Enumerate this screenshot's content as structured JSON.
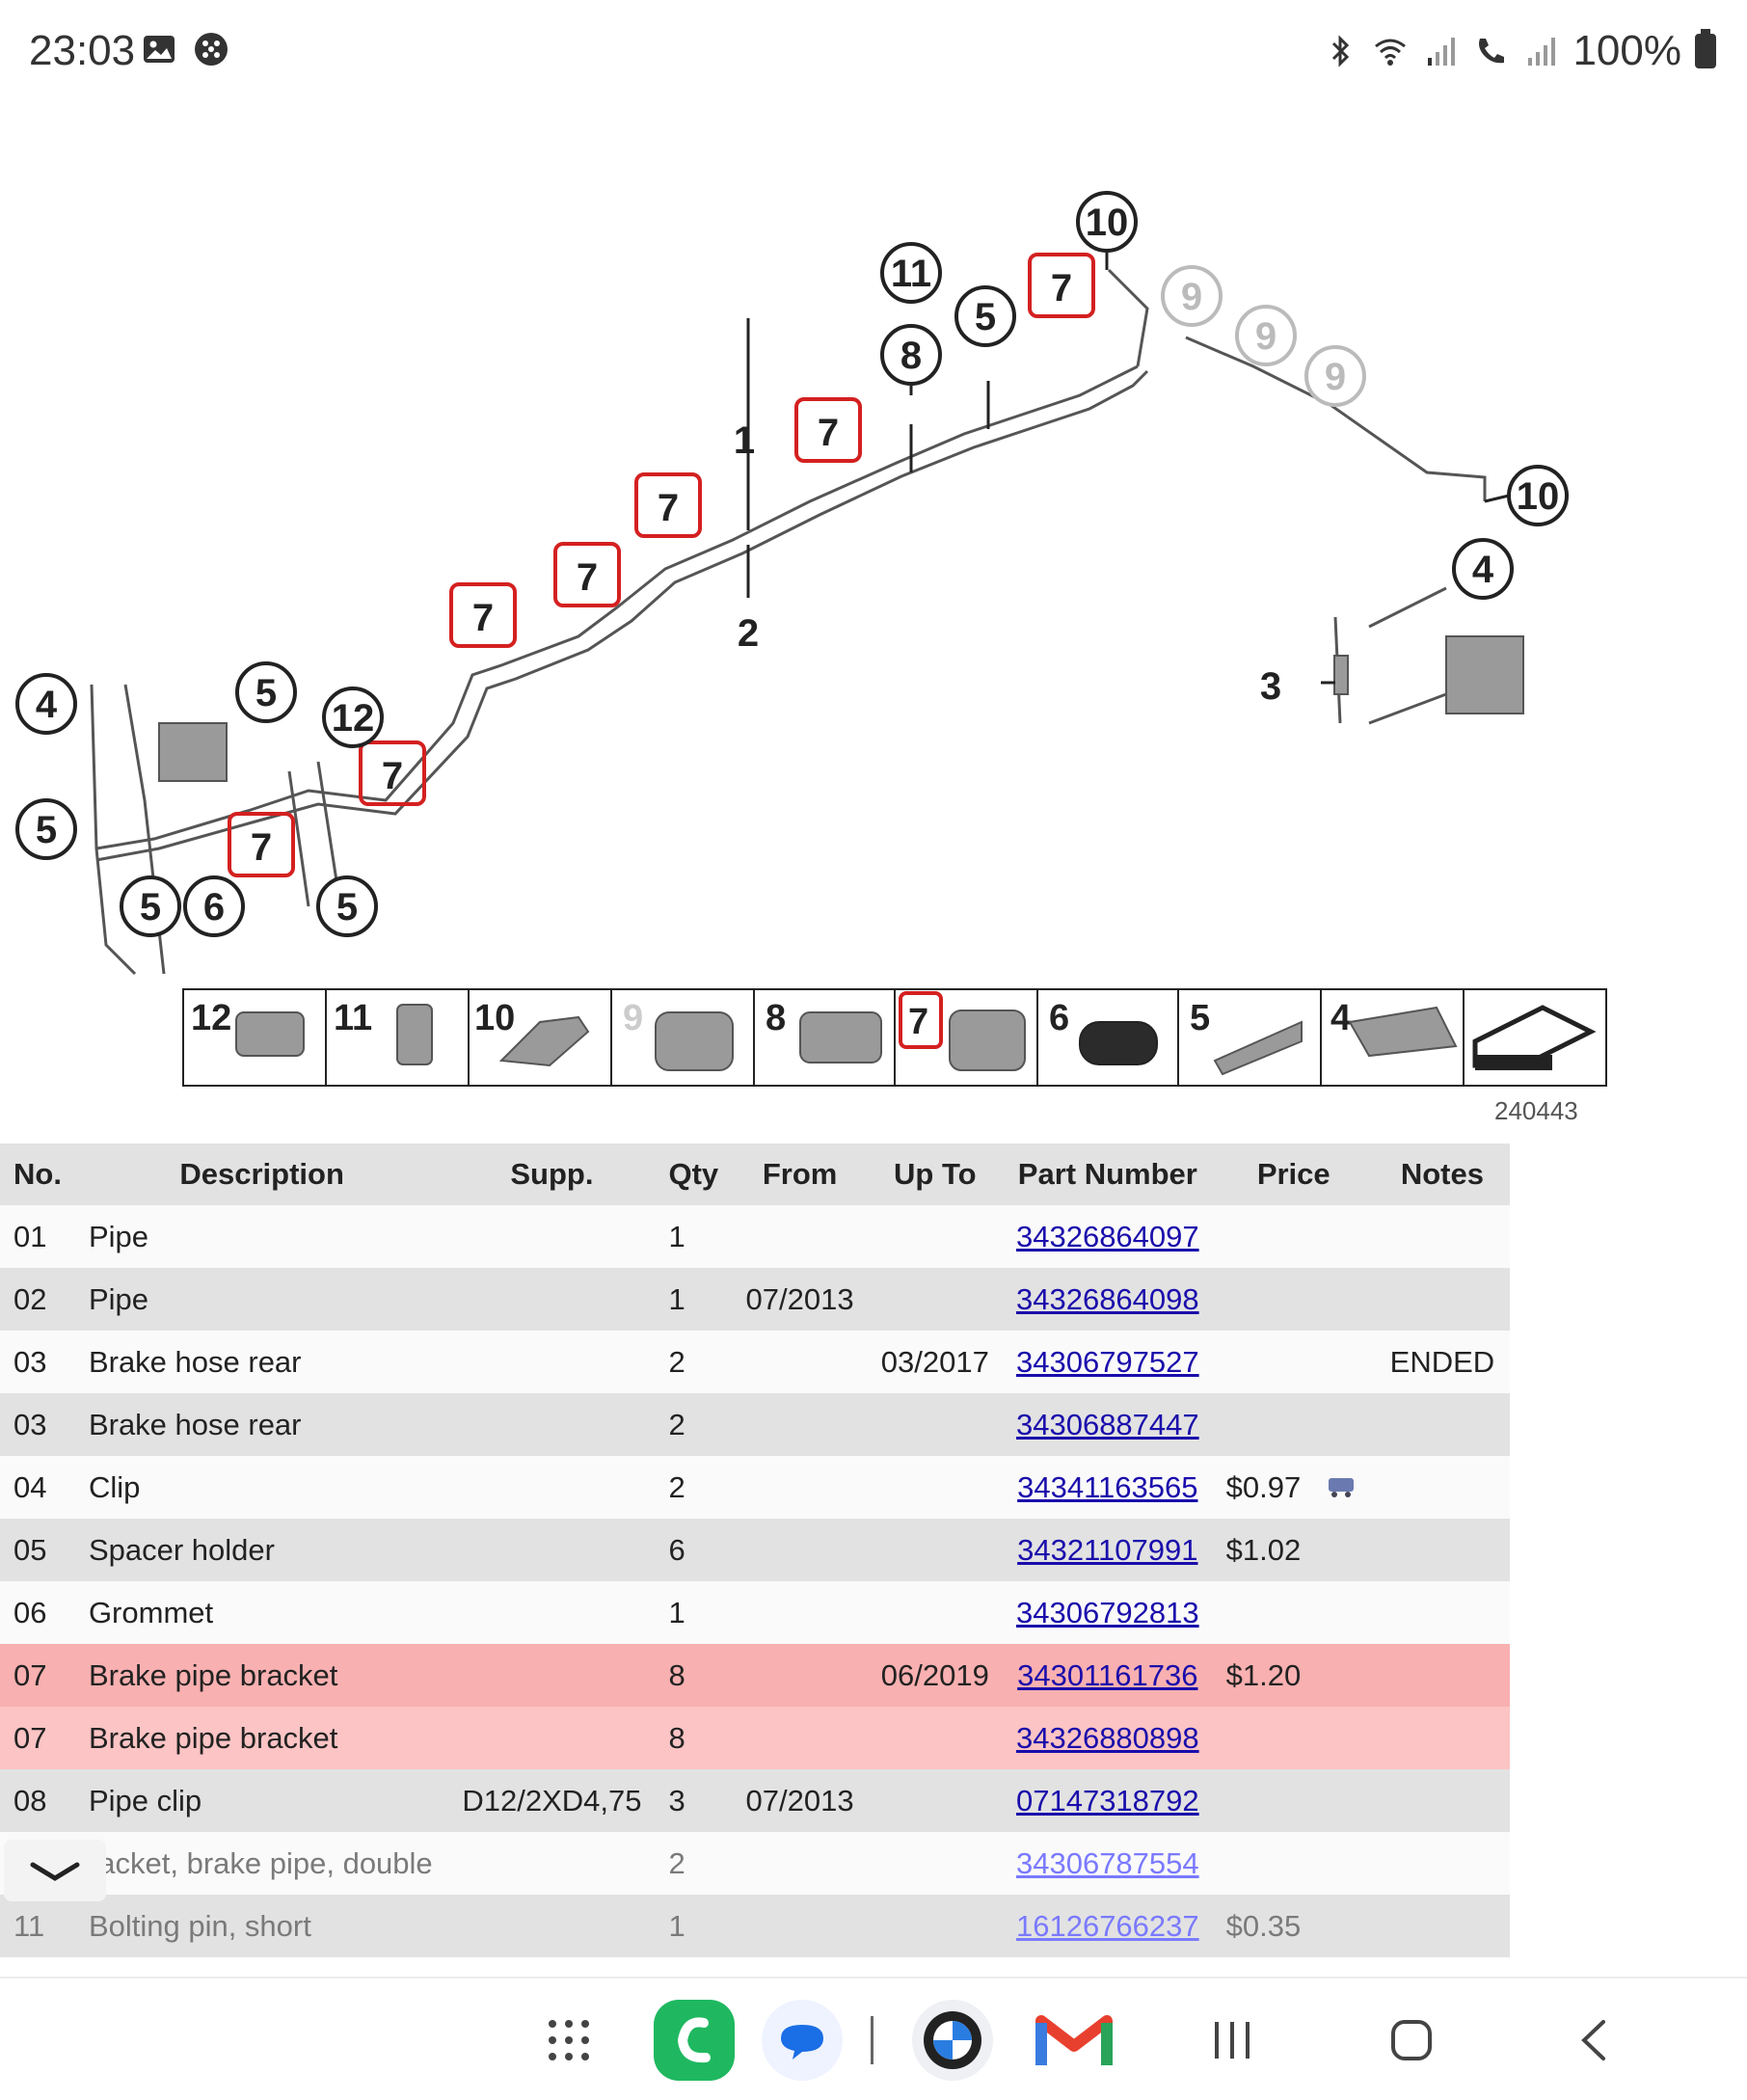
{
  "status_bar": {
    "time": "23:03",
    "left_icons": [
      "image-icon",
      "dots-app-icon"
    ],
    "right_icons": [
      "bluetooth-icon",
      "wifi-icon",
      "signal-icon",
      "call-icon",
      "signal-icon"
    ],
    "battery_text": "100%"
  },
  "diagram": {
    "id_label": "240443",
    "callouts": {
      "n1": "1",
      "n2": "2",
      "n3": "3",
      "n4": "4",
      "n5": "5",
      "n6": "6",
      "n7": "7",
      "n8": "8",
      "n9": "9",
      "n10": "10",
      "n11": "11",
      "n12": "12"
    },
    "thumbnails": [
      "12",
      "11",
      "10",
      "9",
      "8",
      "7",
      "6",
      "5",
      "4",
      ""
    ],
    "highlight_color": "#d42020"
  },
  "table": {
    "headers": {
      "no": "No.",
      "description": "Description",
      "supp": "Supp.",
      "qty": "Qty",
      "from": "From",
      "up_to": "Up To",
      "part_number": "Part Number",
      "price": "Price",
      "notes": "Notes"
    },
    "rows": [
      {
        "no": "01",
        "description": "Pipe",
        "supp": "",
        "qty": "1",
        "from": "",
        "up_to": "",
        "part_number": "34326864097",
        "price": "",
        "notes": ""
      },
      {
        "no": "02",
        "description": "Pipe",
        "supp": "",
        "qty": "1",
        "from": "07/2013",
        "up_to": "",
        "part_number": "34326864098",
        "price": "",
        "notes": ""
      },
      {
        "no": "03",
        "description": "Brake hose rear",
        "supp": "",
        "qty": "2",
        "from": "",
        "up_to": "03/2017",
        "part_number": "34306797527",
        "price": "",
        "notes": "ENDED"
      },
      {
        "no": "03",
        "description": "Brake hose rear",
        "supp": "",
        "qty": "2",
        "from": "",
        "up_to": "",
        "part_number": "34306887447",
        "price": "",
        "notes": ""
      },
      {
        "no": "04",
        "description": "Clip",
        "supp": "",
        "qty": "2",
        "from": "",
        "up_to": "",
        "part_number": "34341163565",
        "price": "$0.97",
        "notes": ""
      },
      {
        "no": "05",
        "description": "Spacer holder",
        "supp": "",
        "qty": "6",
        "from": "",
        "up_to": "",
        "part_number": "34321107991",
        "price": "$1.02",
        "notes": ""
      },
      {
        "no": "06",
        "description": "Grommet",
        "supp": "",
        "qty": "1",
        "from": "",
        "up_to": "",
        "part_number": "34306792813",
        "price": "",
        "notes": ""
      },
      {
        "no": "07",
        "description": "Brake pipe bracket",
        "supp": "",
        "qty": "8",
        "from": "",
        "up_to": "06/2019",
        "part_number": "34301161736",
        "price": "$1.20",
        "notes": ""
      },
      {
        "no": "07",
        "description": "Brake pipe bracket",
        "supp": "",
        "qty": "8",
        "from": "",
        "up_to": "",
        "part_number": "34326880898",
        "price": "",
        "notes": ""
      },
      {
        "no": "08",
        "description": "Pipe clip",
        "supp": "D12/2XD4,75",
        "qty": "3",
        "from": "07/2013",
        "up_to": "",
        "part_number": "07147318792",
        "price": "",
        "notes": ""
      },
      {
        "no": "",
        "description": "racket, brake pipe, double",
        "supp": "",
        "qty": "2",
        "from": "",
        "up_to": "",
        "part_number": "34306787554",
        "price": "",
        "notes": ""
      },
      {
        "no": "11",
        "description": "Bolting pin, short",
        "supp": "",
        "qty": "1",
        "from": "",
        "up_to": "",
        "part_number": "16126766237",
        "price": "$0.35",
        "notes": ""
      }
    ]
  },
  "nav_bar": {
    "items": [
      "app-drawer-icon",
      "phone-app-icon",
      "messages-app-icon",
      "bmw-app-icon",
      "gmail-app-icon",
      "recents-button",
      "home-button",
      "back-button"
    ]
  }
}
